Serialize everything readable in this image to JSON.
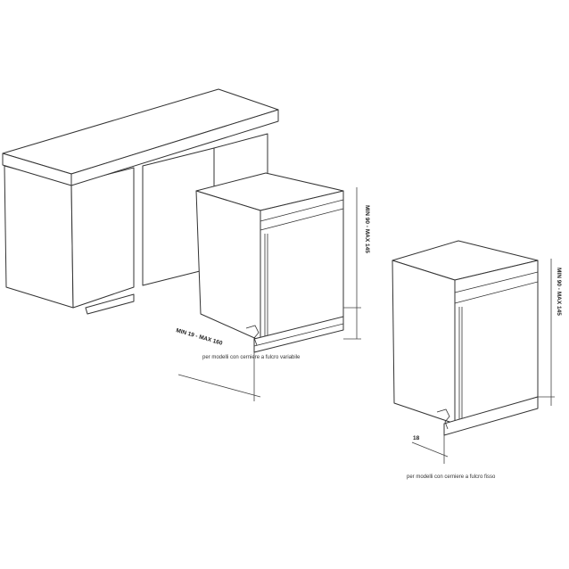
{
  "captions": {
    "variable_hinge": "per modelli con cerniere a fulcro variabile",
    "fixed_hinge": "per modelli con cerniere a fulcro fisso"
  },
  "dimensions": {
    "plinth_variable": "MIN 19 - MAX 160",
    "height_variable": "MIN 90 - MAX 145",
    "height_fixed": "MIN 90 - MAX 145",
    "plinth_fixed": "18"
  }
}
